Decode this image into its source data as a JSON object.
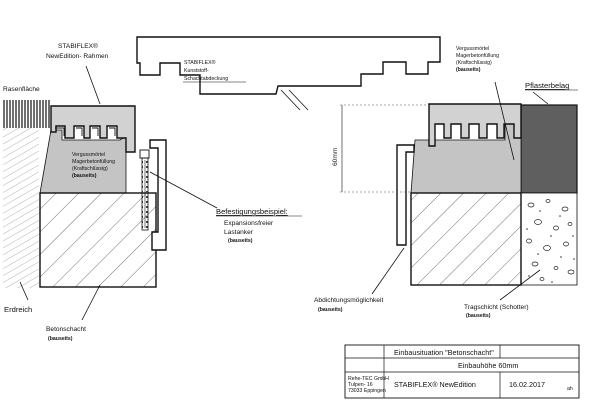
{
  "labels": {
    "stabiflex_rahmen_1": "STABIFLEX®",
    "stabiflex_rahmen_2": "NewEdition- Rahmen",
    "rasenflaeche": "Rasenfläche",
    "verguss_left_1": "Vergussmörtel",
    "verguss_left_2": "Magerbetonfüllung",
    "verguss_left_3": "(Kraftschlüssig)",
    "verguss_left_4": "(bauseits)",
    "abdeckung_1": "STABIFLEX®",
    "abdeckung_2": "Kunststoff-",
    "abdeckung_3": "Schachtabdeckung",
    "befestigung_1": "Befestigungsbeispiel:",
    "befestigung_2": "Expansionsfreier",
    "befestigung_3": "Lastanker",
    "befestigung_4": "(bauseits)",
    "erdreich": "Erdreich",
    "betonschacht_1": "Betonschacht",
    "betonschacht_2": "(bauseits)",
    "verguss_right_1": "Vergussmörtel",
    "verguss_right_2": "Magerbetonfüllung",
    "verguss_right_3": "(Kraftschlüssig)",
    "verguss_right_4": "(bauseits)",
    "pflasterbelag": "Pflasterbelag",
    "dimension": "60mm",
    "abdichtung_1": "Abdichtungsmöglichkeit",
    "abdichtung_2": "(bauseits)",
    "tragschicht_1": "Tragschicht (Schotter)",
    "tragschicht_2": "(bauseits)"
  },
  "title_block": {
    "heading": "Einbausituation \"Betonschacht\"",
    "subheading": "Einbauhöhe 60mm",
    "company_1": "Rehe-TEC GmbH",
    "company_2": "Tulpen- 16",
    "company_3": "73033 Eppingen",
    "product": "STABIFLEX® NewEdition",
    "date": "16.02.2017",
    "suffix": "ah"
  },
  "colors": {
    "frame_fill": "#d2d2d2",
    "grout_fill": "#c4c4c4",
    "paving_fill": "#5f5f5f",
    "line": "#111111"
  }
}
